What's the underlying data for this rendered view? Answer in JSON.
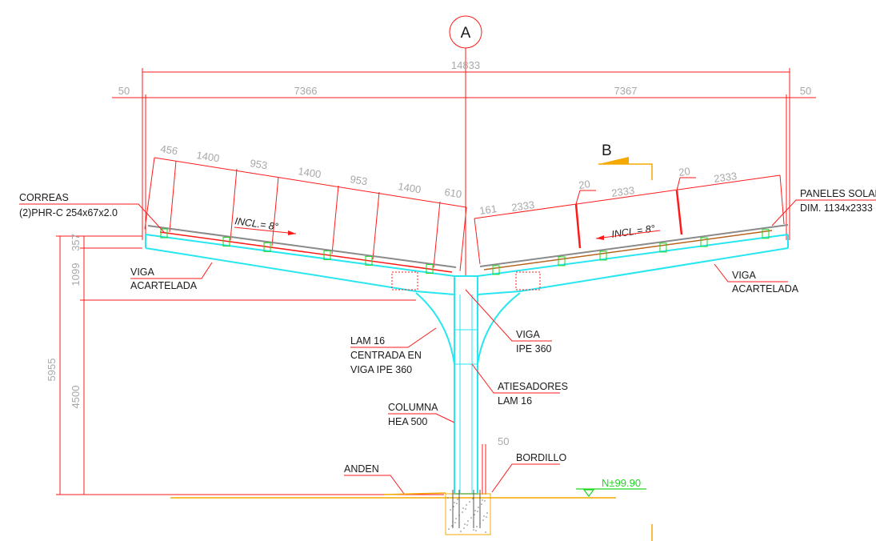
{
  "axis_marker": "A",
  "section_marker": "B",
  "dimensions": {
    "overall": "14833",
    "left_overhang": "50",
    "left_half": "7366",
    "right_half": "7367",
    "right_overhang": "50",
    "left_chain": [
      "456",
      "1400",
      "953",
      "1400",
      "953",
      "1400",
      "610"
    ],
    "right_chain": [
      "161",
      "2333",
      "20",
      "2333",
      "20",
      "2333"
    ],
    "height_total": "5955",
    "height_357": "357",
    "height_1099": "1099",
    "height_4500": "4500",
    "curb_offset": "50"
  },
  "inclination": {
    "left": "INCL.= 8°",
    "right": "INCL.= 8°"
  },
  "labels": {
    "correas_1": "CORREAS",
    "correas_2": "(2)PHR-C 254x67x2.0",
    "paneles_1": "PANELES SOLARES",
    "paneles_2": "DIM. 1134x2333",
    "viga_left_1": "VIGA",
    "viga_left_2": "ACARTELADA",
    "viga_right_1": "VIGA",
    "viga_right_2": "ACARTELADA",
    "lam_1": "LAM 16",
    "lam_2": "CENTRADA EN",
    "lam_3": "VIGA IPE 360",
    "viga_ipe_1": "VIGA",
    "viga_ipe_2": "IPE 360",
    "atiesadores_1": "ATIESADORES",
    "atiesadores_2": "LAM 16",
    "columna_1": "COLUMNA",
    "columna_2": "HEA 500",
    "anden": "ANDEN",
    "bordillo": "BORDILLO",
    "level": "N±99.90"
  },
  "colors": {
    "dimension": "#ff1a1a",
    "steel": "#27e6f0",
    "ground": "#f5a800",
    "level": "#1ed61e"
  }
}
